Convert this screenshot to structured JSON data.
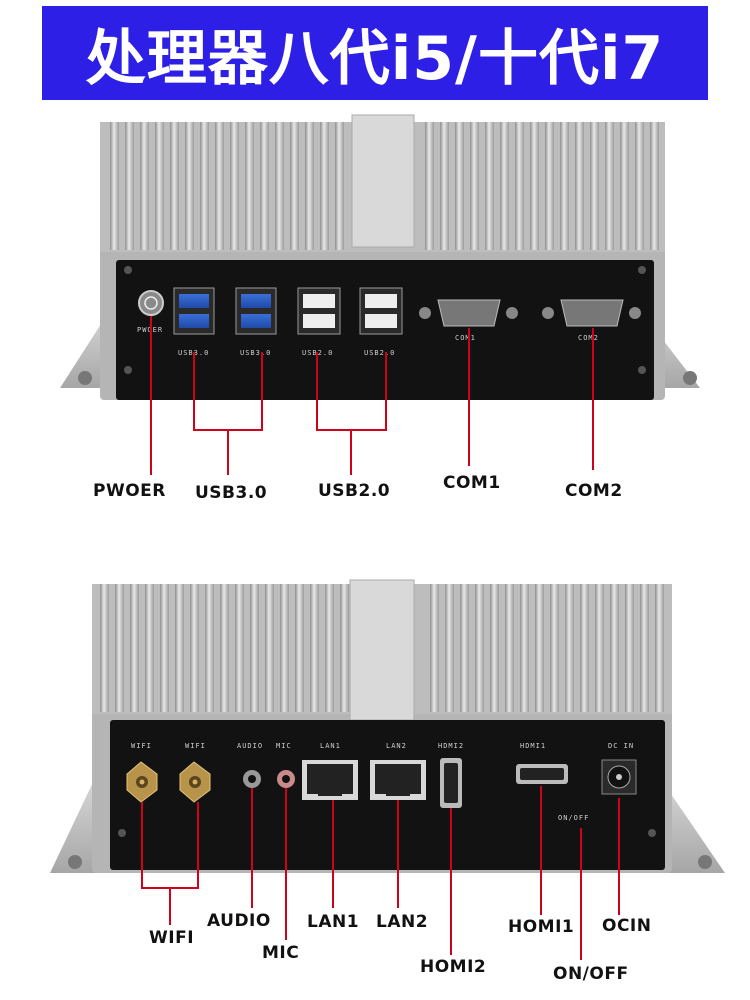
{
  "banner": {
    "title": "处理器八代i5/十代i7",
    "bg_color": "#2d1fe6"
  },
  "front_panel": {
    "silk": {
      "power": "PWOER",
      "usb3a": "USB3.0",
      "usb3b": "USB3.0",
      "usb2a": "USB2.0",
      "usb2b": "USB2.0",
      "com1": "COM1",
      "com2": "COM2"
    },
    "callouts": {
      "power": "PWOER",
      "usb3": "USB3.0",
      "usb2": "USB2.0",
      "com1": "COM1",
      "com2": "COM2"
    }
  },
  "rear_panel": {
    "silk": {
      "wifi1": "WIFI",
      "wifi2": "WIFI",
      "audio": "AUDIO",
      "mic": "MIC",
      "lan1": "LAN1",
      "lan2": "LAN2",
      "hdmi2": "HDMI2",
      "hdmi1": "HDMI1",
      "dcin": "DC IN",
      "onoff": "ON/OFF"
    },
    "callouts": {
      "wifi": "WIFI",
      "audio": "AUDIO",
      "mic": "MIC",
      "lan1": "LAN1",
      "lan2": "LAN2",
      "hdmi1": "HOMI1",
      "hdmi2": "HOMI2",
      "ocin": "OCIN",
      "onoff": "ON/OFF"
    }
  },
  "colors": {
    "line": "#d0021b",
    "panel": "#121212",
    "metal": "#c9c9c9"
  }
}
